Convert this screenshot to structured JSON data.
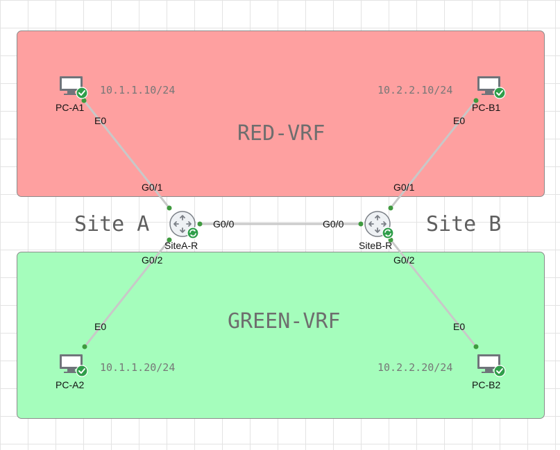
{
  "colors": {
    "red_zone": "#fea0a0",
    "green_zone": "#a5fdbc",
    "link": "#c8c8c8",
    "port_dot": "#3f9a3f",
    "status_badge": "#2f9e4a",
    "router_body": "#eef1f4",
    "router_stroke": "#7a7f86"
  },
  "zones": {
    "red": {
      "label": "RED-VRF"
    },
    "green": {
      "label": "GREEN-VRF"
    }
  },
  "sites": {
    "a": {
      "label": "Site A"
    },
    "b": {
      "label": "Site B"
    }
  },
  "nodes": {
    "pc_a1": {
      "label": "PC-A1",
      "ip": "10.1.1.10/24",
      "icon": "pc-icon",
      "status": "running"
    },
    "pc_b1": {
      "label": "PC-B1",
      "ip": "10.2.2.10/24",
      "icon": "pc-icon",
      "status": "running"
    },
    "pc_a2": {
      "label": "PC-A2",
      "ip": "10.1.1.20/24",
      "icon": "pc-icon",
      "status": "running"
    },
    "pc_b2": {
      "label": "PC-B2",
      "ip": "10.2.2.20/24",
      "icon": "pc-icon",
      "status": "running"
    },
    "sitea_r": {
      "label": "SiteA-R",
      "icon": "router-icon",
      "status": "booting"
    },
    "siteb_r": {
      "label": "SiteB-R",
      "icon": "router-icon",
      "status": "booting"
    }
  },
  "links": [
    {
      "from": "pc_a1",
      "from_port": "E0",
      "to": "sitea_r",
      "to_port": "G0/1"
    },
    {
      "from": "pc_b1",
      "from_port": "E0",
      "to": "siteb_r",
      "to_port": "G0/1"
    },
    {
      "from": "sitea_r",
      "from_port": "G0/0",
      "to": "siteb_r",
      "to_port": "G0/0"
    },
    {
      "from": "pc_a2",
      "from_port": "E0",
      "to": "sitea_r",
      "to_port": "G0/2"
    },
    {
      "from": "pc_b2",
      "from_port": "E0",
      "to": "siteb_r",
      "to_port": "G0/2"
    }
  ]
}
